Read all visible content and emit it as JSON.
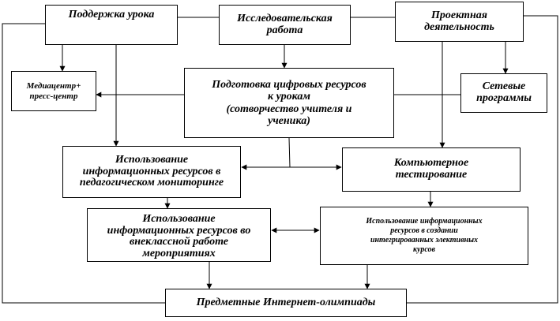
{
  "diagram": {
    "nodes": {
      "lesson_support": "Поддержка урока",
      "research": "Исследовательская\nработа",
      "project": "Проектная\nдеятельность",
      "media_center": "Медиацентр+\nпресс-центр",
      "digital_resources": "Подготовка цифровых ресурсов\nк урокам\n(сотворчество учителя и\nученика)",
      "network_programs": "Сетевые\nпрограммы",
      "monitoring": "Использование\nинформационных ресурсов в\nпедагогическом мониторинге",
      "testing": "Компьютерное\nтестирование",
      "extracurricular": "Использование\nинформационных ресурсов во\nвнеклассной работе\nмероприятиях",
      "elective_courses": "Использование информационных\nресурсов в создании\nинтегрированных элективных\nкурсов",
      "olympiads": "Предметные Интернет-олимпиады"
    },
    "colors": {
      "line": "#000000",
      "background": "#ffffff"
    }
  }
}
